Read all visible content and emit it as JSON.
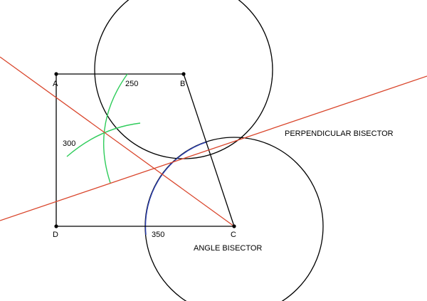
{
  "points": {
    "A": "A",
    "B": "B",
    "C": "C",
    "D": "D"
  },
  "side_labels": {
    "ab": "250",
    "ad": "300",
    "dc": "350"
  },
  "construction_labels": {
    "perpendicular": "PERPENDICULAR BISECTOR",
    "angle": "ANGLE BISECTOR"
  },
  "colors": {
    "shape": "#000000",
    "bisector_lines": "#d9452b",
    "angle_arcs": "#2ecc5a",
    "circle_arc": "#2b3fb0",
    "circles": "#000000"
  }
}
